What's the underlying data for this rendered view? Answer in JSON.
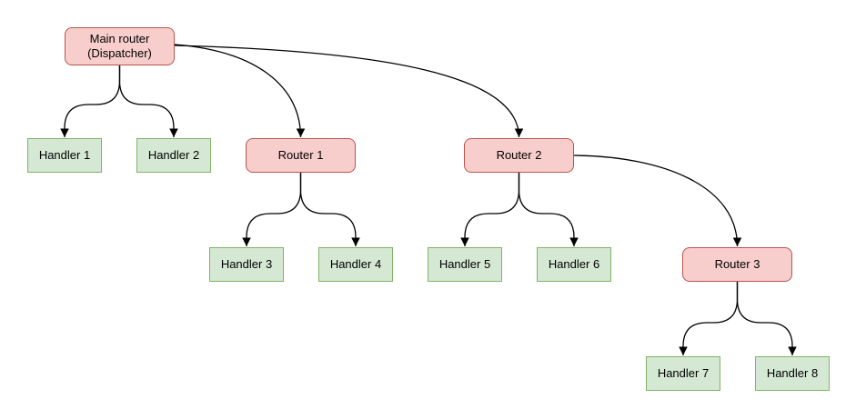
{
  "diagram": {
    "type": "tree-flowchart",
    "colors": {
      "background": "#ffffff",
      "router_fill": "#f8cecc",
      "router_stroke": "#b85450",
      "handler_fill": "#d5e8d4",
      "handler_stroke": "#82b366",
      "edge": "#000000",
      "text": "#000000"
    },
    "nodes": [
      {
        "id": "main",
        "type": "router",
        "label": "Main router\n(Dispatcher)"
      },
      {
        "id": "handler1",
        "type": "handler",
        "label": "Handler 1"
      },
      {
        "id": "handler2",
        "type": "handler",
        "label": "Handler 2"
      },
      {
        "id": "router1",
        "type": "router",
        "label": "Router 1"
      },
      {
        "id": "router2",
        "type": "router",
        "label": "Router 2"
      },
      {
        "id": "handler3",
        "type": "handler",
        "label": "Handler 3"
      },
      {
        "id": "handler4",
        "type": "handler",
        "label": "Handler 4"
      },
      {
        "id": "handler5",
        "type": "handler",
        "label": "Handler 5"
      },
      {
        "id": "handler6",
        "type": "handler",
        "label": "Handler 6"
      },
      {
        "id": "router3",
        "type": "router",
        "label": "Router 3"
      },
      {
        "id": "handler7",
        "type": "handler",
        "label": "Handler 7"
      },
      {
        "id": "handler8",
        "type": "handler",
        "label": "Handler 8"
      }
    ],
    "edges": [
      {
        "from": "main",
        "to": "handler1"
      },
      {
        "from": "main",
        "to": "handler2"
      },
      {
        "from": "main",
        "to": "router1"
      },
      {
        "from": "main",
        "to": "router2"
      },
      {
        "from": "router1",
        "to": "handler3"
      },
      {
        "from": "router1",
        "to": "handler4"
      },
      {
        "from": "router2",
        "to": "handler5"
      },
      {
        "from": "router2",
        "to": "handler6"
      },
      {
        "from": "router2",
        "to": "router3"
      },
      {
        "from": "router3",
        "to": "handler7"
      },
      {
        "from": "router3",
        "to": "handler8"
      }
    ]
  }
}
